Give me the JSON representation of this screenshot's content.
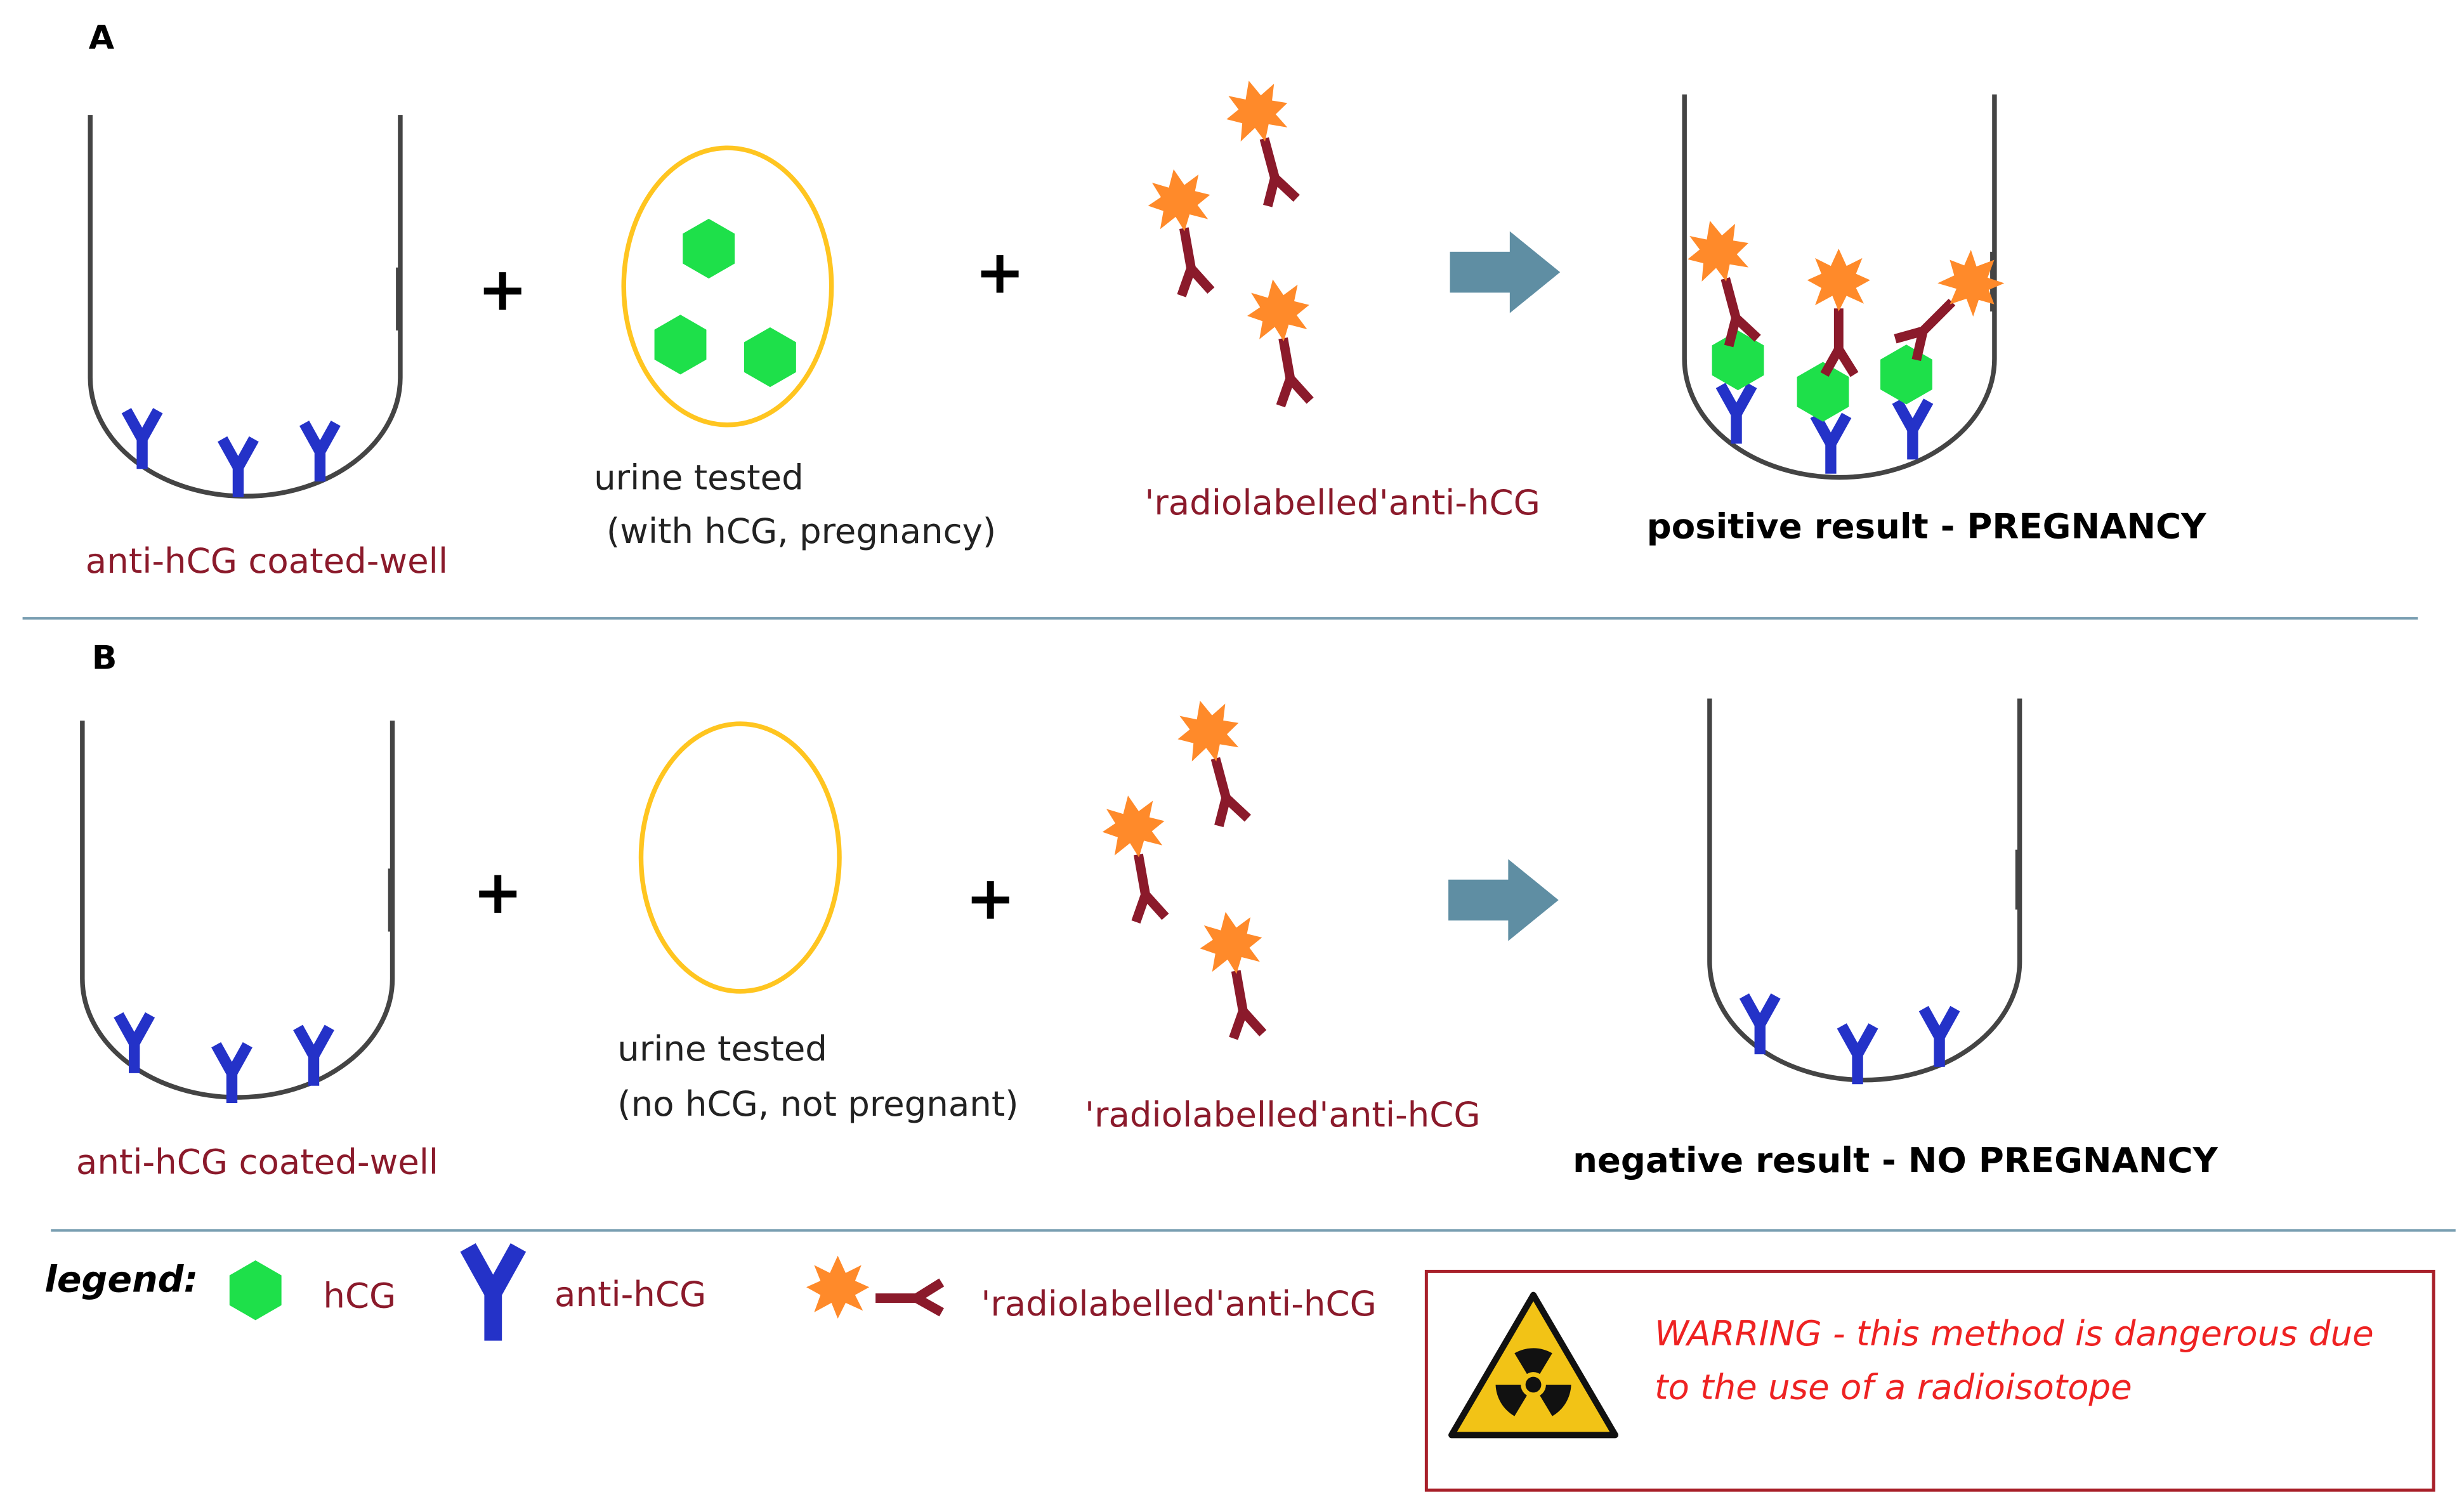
{
  "panel_a": {
    "letter": "A",
    "well_label": "anti-hCG coated-well",
    "urine_label_line1": "urine tested",
    "urine_label_line2": "(with hCG, pregnancy)",
    "radio_label": "'radiolabelled'anti-hCG",
    "result_label": "positive result - PREGNANCY",
    "plus": "+"
  },
  "panel_b": {
    "letter": "B",
    "well_label": "anti-hCG coated-well",
    "urine_label_line1": "urine tested",
    "urine_label_line2": "(no hCG, not pregnant)",
    "radio_label": "'radiolabelled'anti-hCG",
    "result_label": "negative result - NO PREGNANCY",
    "plus": "+"
  },
  "legend": {
    "title": "legend:",
    "hcg": "hCG",
    "antibody": "anti-hCG",
    "radio": "'radiolabelled'anti-hCG"
  },
  "warning": {
    "line1": "WARRING - this method is dangerous due",
    "line2": "to the use of a radioisotope"
  },
  "colors": {
    "label_dark_red": "#8b1a2b",
    "antibody_blue": "#2432c8",
    "hcg_green": "#1ee04a",
    "radiolabel_orange": "#ff8a2a",
    "radiolabel_stem": "#8b1a2b",
    "urine_outline": "#ffc520",
    "arrow": "#5f8ea3",
    "divider": "#7a9fb2",
    "well_outline": "#444444",
    "warning_text": "#ee2222",
    "warning_border": "#a8202a",
    "hazard_yellow": "#f2c316"
  },
  "icons": [
    "plus-sign",
    "right-arrow-icon",
    "radiation-hazard-icon",
    "hexagon-hcg-icon",
    "antibody-y-icon",
    "starburst-radiolabel-icon"
  ]
}
